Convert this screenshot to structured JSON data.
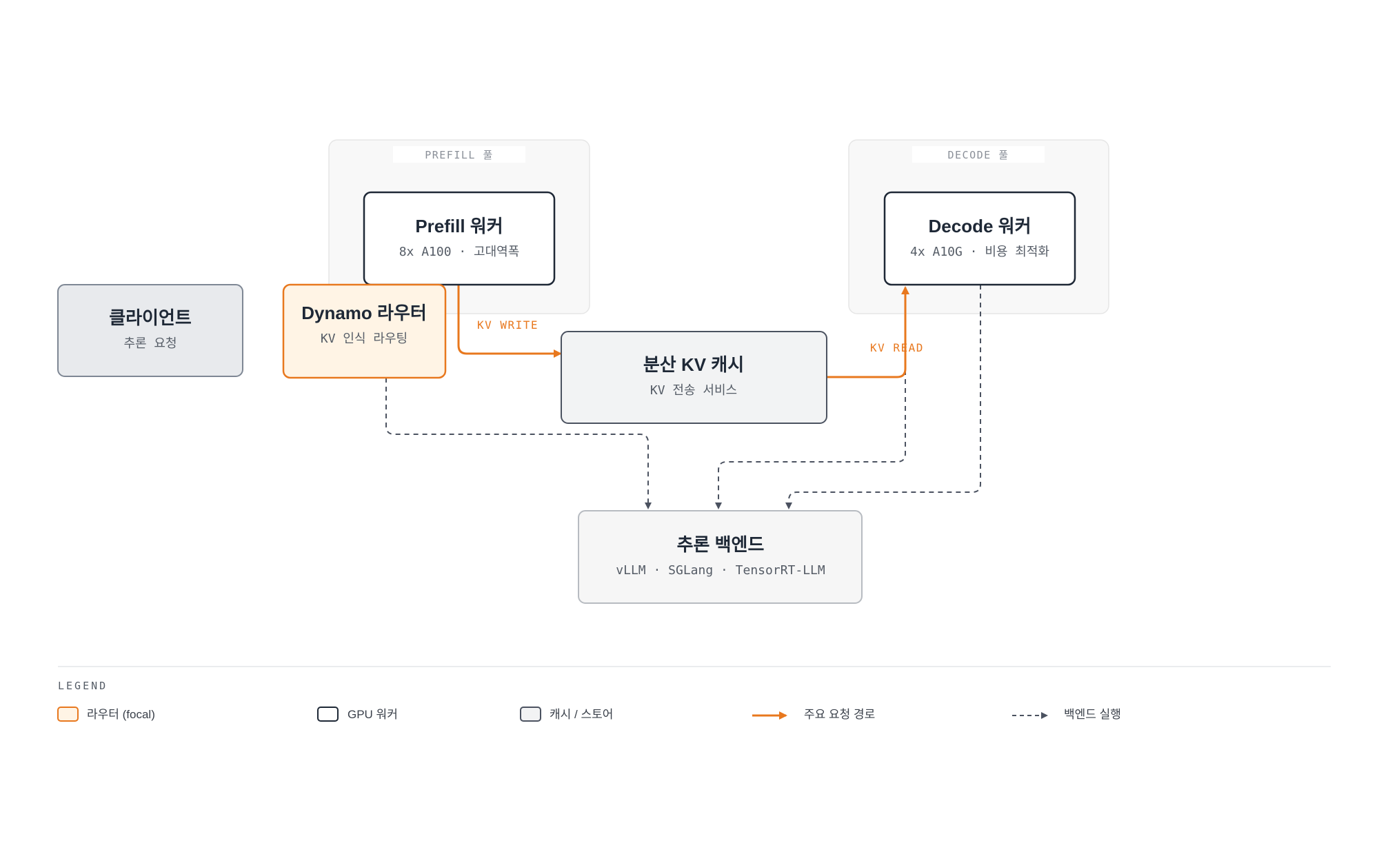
{
  "diagram": {
    "groups": {
      "prefill_pool": "PREFILL 풀",
      "decode_pool": "DECODE 풀"
    },
    "nodes": {
      "client": {
        "title": "클라이언트",
        "subtitle": "추론 요청"
      },
      "router": {
        "title": "Dynamo 라우터",
        "subtitle": "KV 인식 라우팅"
      },
      "prefill_worker": {
        "title": "Prefill 워커",
        "subtitle": "8x A100 · 고대역폭"
      },
      "decode_worker": {
        "title": "Decode 워커",
        "subtitle": "4x A10G · 비용 최적화"
      },
      "kv_cache": {
        "title": "분산 KV 캐시",
        "subtitle": "KV 전송 서비스"
      },
      "backend": {
        "title": "추론 백엔드",
        "subtitle": "vLLM · SGLang · TensorRT-LLM"
      }
    },
    "edge_labels": {
      "kv_write": "KV WRITE",
      "kv_read": "KV READ"
    }
  },
  "legend": {
    "title": "LEGEND",
    "items": {
      "router": "라우터 (focal)",
      "gpu": "GPU 워커",
      "cache": "캐시 / 스토어",
      "main_path": "주요 요청 경로",
      "backend_exec": "백엔드 실행"
    }
  },
  "colors": {
    "accent": "#e8781e",
    "dark": "#1e2836",
    "dashed": "#4b5260"
  }
}
